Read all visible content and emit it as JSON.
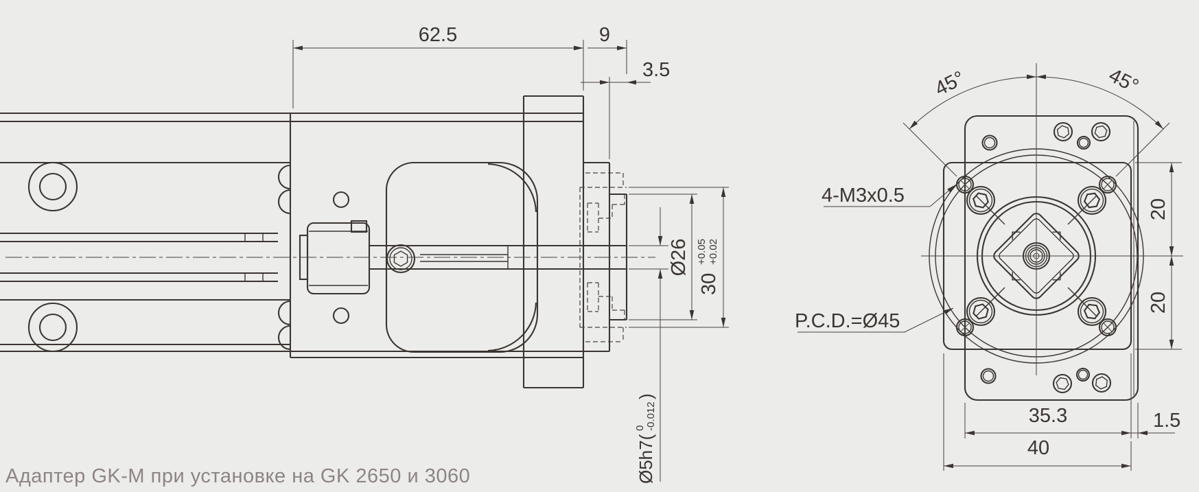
{
  "caption": "Адаптер GK-M при установке на GK 2650 и 3060",
  "colors": {
    "background": "#ececea",
    "line": "#3a3531",
    "caption_text": "#8d8583"
  },
  "side_view": {
    "dim_plate_width": "62.5",
    "dim_flange_depth": "9",
    "dim_pilot_depth": "3.5",
    "dim_boss_dia": "Ø26",
    "dim_bore": {
      "value": "30",
      "tol_upper": "+0.05",
      "tol_lower": "+0.02"
    },
    "dim_shaft": {
      "prefix": "Ø5h7(",
      "tol_upper": "0",
      "tol_lower": "-0.012",
      "suffix": ")"
    }
  },
  "front_view": {
    "dim_angle_left": "45°",
    "dim_angle_right": "45°",
    "label_thread": "4-M3x0.5",
    "label_pcd": "P.C.D.=Ø45",
    "dim_upper_half": "20",
    "dim_lower_half": "20",
    "dim_body_width": "35.3",
    "dim_edge_offset": "1.5",
    "dim_plate_width": "40"
  }
}
